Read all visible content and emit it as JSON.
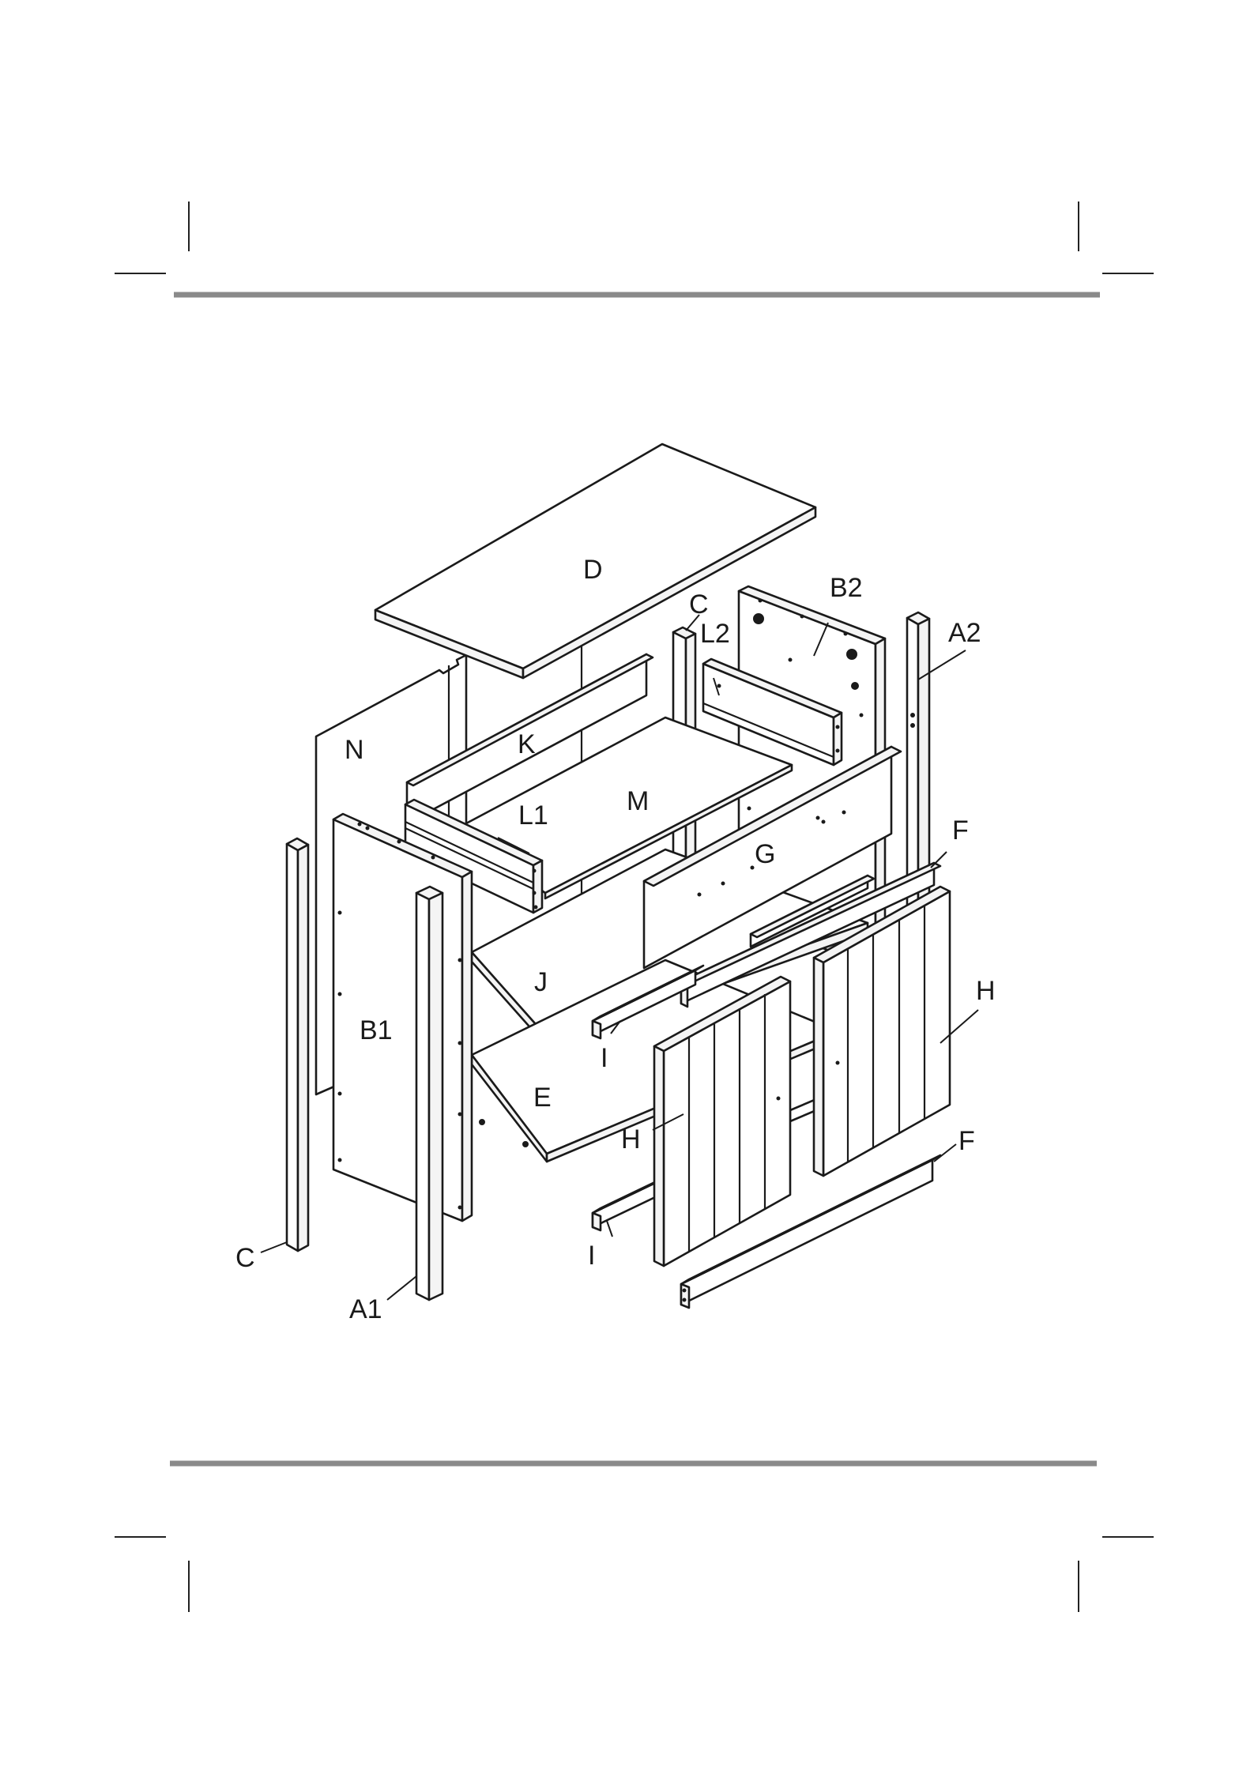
{
  "labels": {
    "D": "D",
    "C_top": "C",
    "B2": "B2",
    "L2": "L2",
    "A2": "A2",
    "N": "N",
    "K": "K",
    "M": "M",
    "L1": "L1",
    "G": "G",
    "F_top": "F",
    "J": "J",
    "H_right": "H",
    "B1": "B1",
    "I_upper": "I",
    "E": "E",
    "H_left": "H",
    "F_bottom": "F",
    "C_bottom": "C",
    "I_lower": "I",
    "A1": "A1"
  }
}
